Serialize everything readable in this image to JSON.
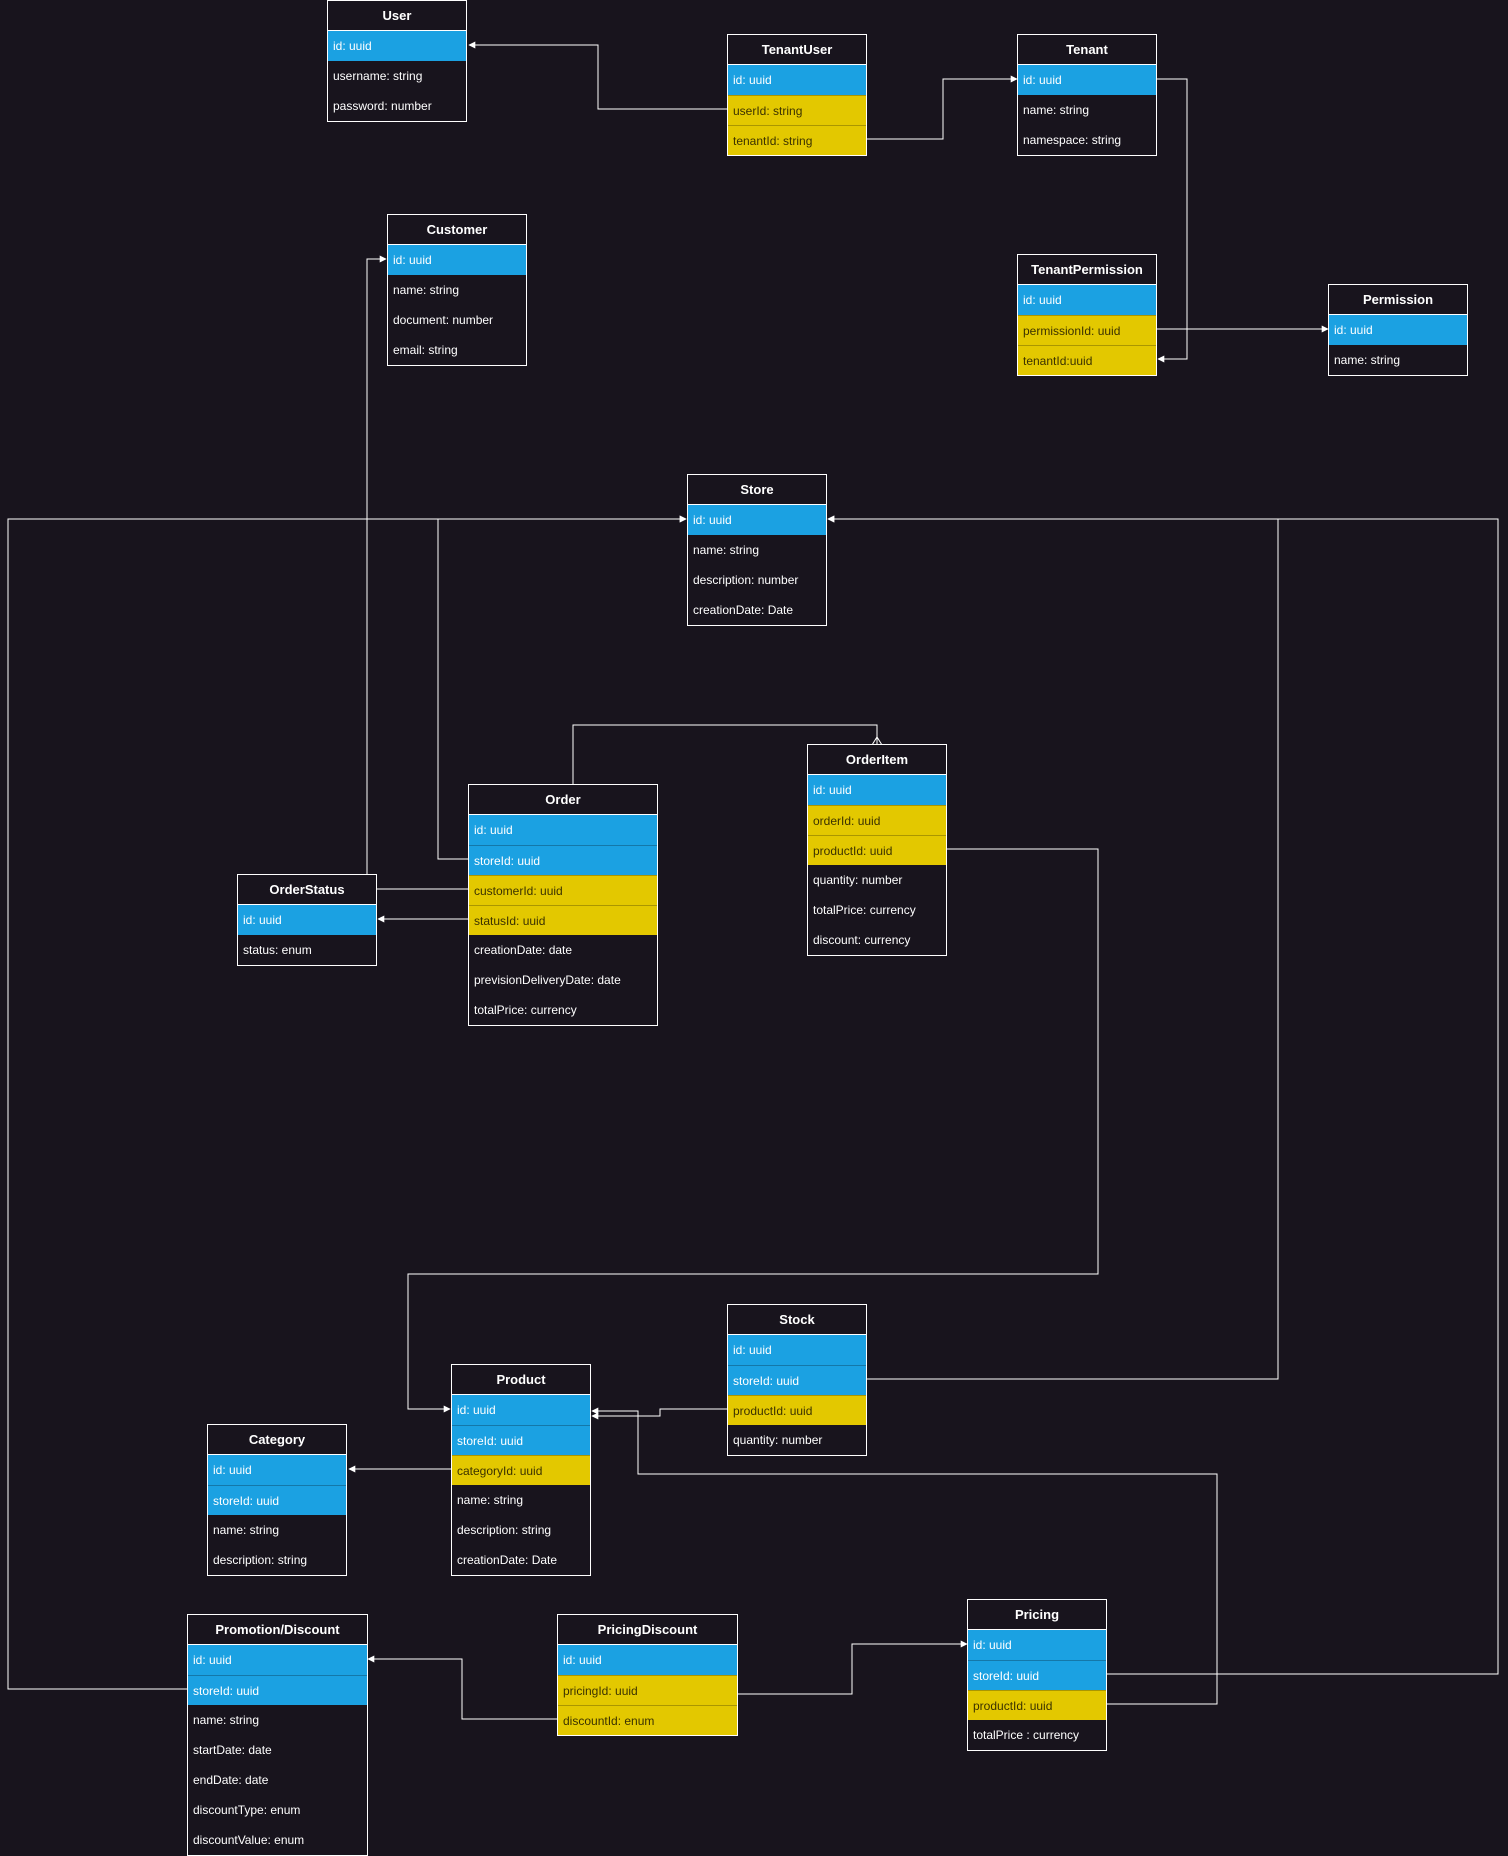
{
  "colors": {
    "background": "#18141d",
    "primary_key": "#1ba1e2",
    "foreign_key": "#e3c800",
    "line": "#ffffff"
  },
  "entities": [
    {
      "id": "user",
      "name": "User",
      "rows": [
        {
          "text": "id: uuid",
          "kind": "pk"
        },
        {
          "text": "username: string",
          "kind": "plain"
        },
        {
          "text": "password: number",
          "kind": "plain"
        }
      ]
    },
    {
      "id": "tenantuser",
      "name": "TenantUser",
      "rows": [
        {
          "text": "id: uuid",
          "kind": "pk"
        },
        {
          "text": "userId: string",
          "kind": "fk"
        },
        {
          "text": "tenantId: string",
          "kind": "fk"
        }
      ]
    },
    {
      "id": "tenant",
      "name": "Tenant",
      "rows": [
        {
          "text": "id: uuid",
          "kind": "pk"
        },
        {
          "text": "name: string",
          "kind": "plain"
        },
        {
          "text": "namespace: string",
          "kind": "plain"
        }
      ]
    },
    {
      "id": "customer",
      "name": "Customer",
      "rows": [
        {
          "text": "id: uuid",
          "kind": "pk"
        },
        {
          "text": "name: string",
          "kind": "plain"
        },
        {
          "text": "document: number",
          "kind": "plain"
        },
        {
          "text": "email: string",
          "kind": "plain"
        }
      ]
    },
    {
      "id": "tenantpermission",
      "name": "TenantPermission",
      "rows": [
        {
          "text": "id: uuid",
          "kind": "pk"
        },
        {
          "text": "permissionId: uuid",
          "kind": "fk"
        },
        {
          "text": "tenantId:uuid",
          "kind": "fk"
        }
      ]
    },
    {
      "id": "permission",
      "name": "Permission",
      "rows": [
        {
          "text": "id: uuid",
          "kind": "pk"
        },
        {
          "text": "name: string",
          "kind": "plain"
        }
      ]
    },
    {
      "id": "store",
      "name": "Store",
      "rows": [
        {
          "text": "id: uuid",
          "kind": "pk"
        },
        {
          "text": "name: string",
          "kind": "plain"
        },
        {
          "text": "description: number",
          "kind": "plain"
        },
        {
          "text": "creationDate: Date",
          "kind": "plain"
        }
      ]
    },
    {
      "id": "orderitem",
      "name": "OrderItem",
      "rows": [
        {
          "text": "id: uuid",
          "kind": "pk"
        },
        {
          "text": "orderId: uuid",
          "kind": "fk"
        },
        {
          "text": "productId: uuid",
          "kind": "fk"
        },
        {
          "text": "quantity: number",
          "kind": "plain"
        },
        {
          "text": "totalPrice: currency",
          "kind": "plain"
        },
        {
          "text": "discount: currency",
          "kind": "plain"
        }
      ]
    },
    {
      "id": "order",
      "name": "Order",
      "rows": [
        {
          "text": "id: uuid",
          "kind": "pk"
        },
        {
          "text": "storeId: uuid",
          "kind": "pk"
        },
        {
          "text": "customerId: uuid",
          "kind": "fk"
        },
        {
          "text": "statusId: uuid",
          "kind": "fk"
        },
        {
          "text": "creationDate: date",
          "kind": "plain"
        },
        {
          "text": "previsionDeliveryDate: date",
          "kind": "plain"
        },
        {
          "text": "totalPrice: currency",
          "kind": "plain"
        }
      ]
    },
    {
      "id": "orderstatus",
      "name": "OrderStatus",
      "rows": [
        {
          "text": "id: uuid",
          "kind": "pk"
        },
        {
          "text": "status: enum",
          "kind": "plain"
        }
      ]
    },
    {
      "id": "stock",
      "name": "Stock",
      "rows": [
        {
          "text": "id: uuid",
          "kind": "pk"
        },
        {
          "text": "storeId: uuid",
          "kind": "pk"
        },
        {
          "text": "productId: uuid",
          "kind": "fk"
        },
        {
          "text": "quantity: number",
          "kind": "plain"
        }
      ]
    },
    {
      "id": "product",
      "name": "Product",
      "rows": [
        {
          "text": "id: uuid",
          "kind": "pk"
        },
        {
          "text": "storeId: uuid",
          "kind": "pk"
        },
        {
          "text": "categoryId: uuid",
          "kind": "fk"
        },
        {
          "text": "name: string",
          "kind": "plain"
        },
        {
          "text": "description: string",
          "kind": "plain"
        },
        {
          "text": "creationDate: Date",
          "kind": "plain"
        }
      ]
    },
    {
      "id": "category",
      "name": "Category",
      "rows": [
        {
          "text": "id: uuid",
          "kind": "pk"
        },
        {
          "text": "storeId: uuid",
          "kind": "pk"
        },
        {
          "text": "name: string",
          "kind": "plain"
        },
        {
          "text": "description: string",
          "kind": "plain"
        }
      ]
    },
    {
      "id": "promotion",
      "name": "Promotion/Discount",
      "rows": [
        {
          "text": "id: uuid",
          "kind": "pk"
        },
        {
          "text": "storeId: uuid",
          "kind": "pk"
        },
        {
          "text": "name: string",
          "kind": "plain"
        },
        {
          "text": "startDate: date",
          "kind": "plain"
        },
        {
          "text": "endDate: date",
          "kind": "plain"
        },
        {
          "text": "discountType: enum",
          "kind": "plain"
        },
        {
          "text": "discountValue: enum",
          "kind": "plain"
        }
      ]
    },
    {
      "id": "pricingdiscount",
      "name": "PricingDiscount",
      "rows": [
        {
          "text": "id: uuid",
          "kind": "pk"
        },
        {
          "text": "pricingId: uuid",
          "kind": "fk"
        },
        {
          "text": "discountId: enum",
          "kind": "fk"
        }
      ]
    },
    {
      "id": "pricing",
      "name": "Pricing",
      "rows": [
        {
          "text": "id: uuid",
          "kind": "pk"
        },
        {
          "text": "storeId: uuid",
          "kind": "pk"
        },
        {
          "text": "productId: uuid",
          "kind": "fk"
        },
        {
          "text": "totalPrice : currency",
          "kind": "plain"
        }
      ]
    }
  ],
  "relationships": [
    {
      "from": "tenantuser.userId",
      "to": "user.id"
    },
    {
      "from": "tenantuser.tenantId",
      "to": "tenant.id"
    },
    {
      "from": "tenant.id",
      "to": "tenantpermission.tenantId"
    },
    {
      "from": "tenantpermission.permissionId",
      "to": "permission.id"
    },
    {
      "from": "order.storeId",
      "to": "store.id"
    },
    {
      "from": "order.customerId",
      "to": "customer.id"
    },
    {
      "from": "order.statusId",
      "to": "orderstatus.id"
    },
    {
      "from": "order",
      "to": "orderitem.orderId"
    },
    {
      "from": "orderitem.productId",
      "to": "product.id"
    },
    {
      "from": "stock.productId",
      "to": "product.id"
    },
    {
      "from": "stock.storeId",
      "to": "store.id"
    },
    {
      "from": "product.categoryId",
      "to": "category.id"
    },
    {
      "from": "promotion.storeId",
      "to": "store.id"
    },
    {
      "from": "pricingdiscount.discountId",
      "to": "promotion.id"
    },
    {
      "from": "pricingdiscount.pricingId",
      "to": "pricing.id"
    },
    {
      "from": "pricing.productId",
      "to": "product.id"
    },
    {
      "from": "pricing.storeId",
      "to": "store.id"
    }
  ]
}
